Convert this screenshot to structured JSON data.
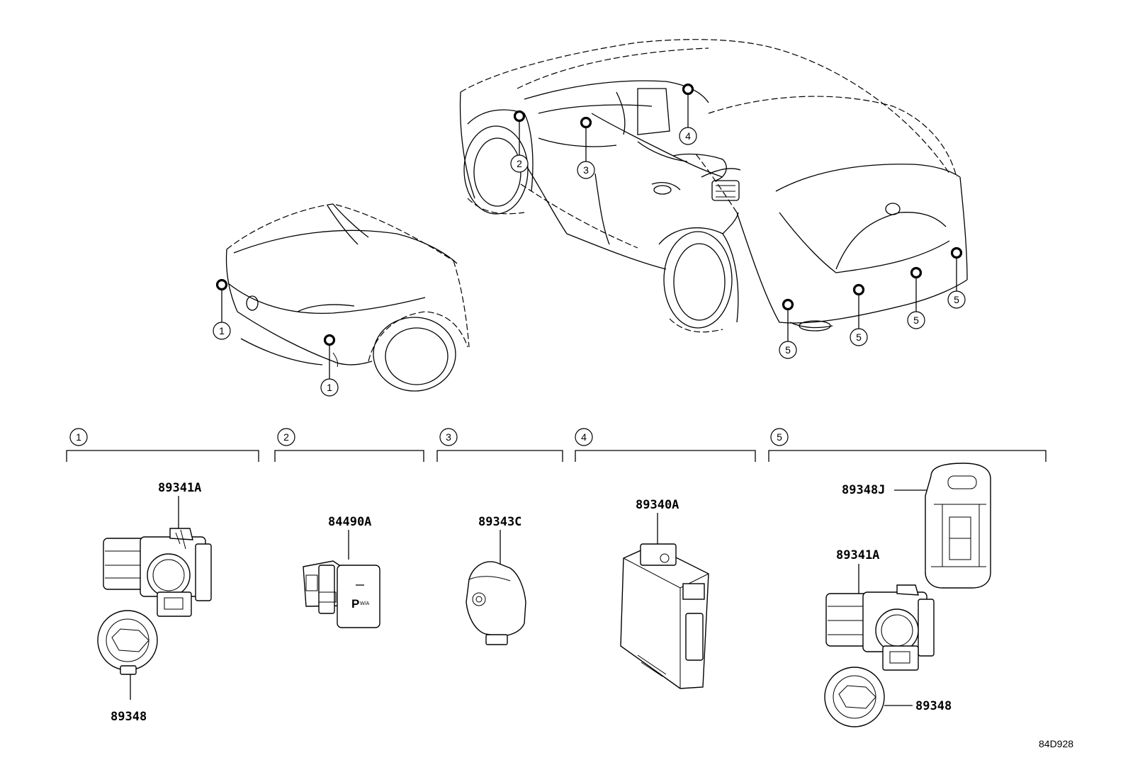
{
  "diagram": {
    "code": "84D928",
    "callouts": [
      "1",
      "2",
      "3",
      "4",
      "5"
    ],
    "groups": [
      {
        "callout": "1",
        "parts": [
          "89341A",
          "89348"
        ]
      },
      {
        "callout": "2",
        "parts": [
          "84490A"
        ]
      },
      {
        "callout": "3",
        "parts": [
          "89343C"
        ]
      },
      {
        "callout": "4",
        "parts": [
          "89340A"
        ]
      },
      {
        "callout": "5",
        "parts": [
          "89348J",
          "89341A",
          "89348"
        ]
      }
    ],
    "switch_label": "P",
    "switch_sub": "W/A"
  }
}
